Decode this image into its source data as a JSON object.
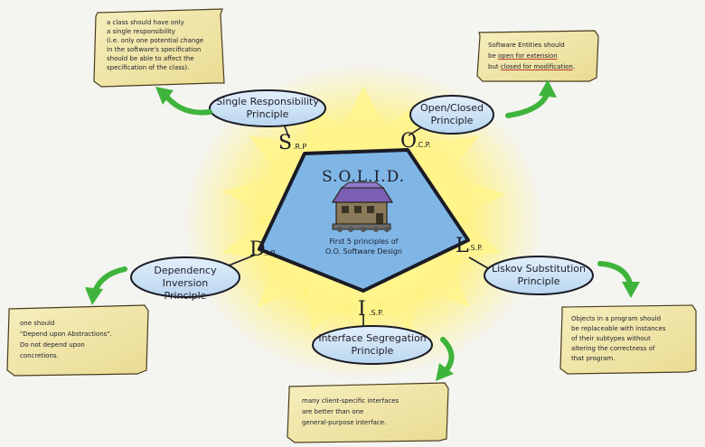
{
  "center": {
    "title": "S.O.L.I.D.",
    "subtitle_line1": "First 5 principles of",
    "subtitle_line2": "O.O. Software Design"
  },
  "principles": {
    "srp": {
      "letter": "S",
      "abbr": ".R.P",
      "label_line1": "Single Responsibility",
      "label_line2": "Principle",
      "note": [
        "a class should have only",
        "a single responsibility",
        "(i.e. only one potential change",
        "in the software's specification",
        "should be able to affect the",
        "specification of the class)."
      ]
    },
    "ocp": {
      "letter": "O",
      "abbr": ".C.P.",
      "label_line1": "Open/Closed",
      "label_line2": "Principle",
      "note_line1": "Software Entities should",
      "note_line2_a": "be ",
      "note_line2_u": "open for extension",
      "note_line3_a": "but ",
      "note_line3_u": "closed for modification",
      "note_line3_b": "."
    },
    "lsp": {
      "letter": "L",
      "abbr": ".S.P.",
      "label_line1": "Liskov Substitution",
      "label_line2": "Principle",
      "note": [
        "Objects in a program should",
        "be replaceable with instances",
        "of their subtypes without",
        "altering the correctness of",
        "that program."
      ]
    },
    "isp": {
      "letter": "I",
      "abbr": ".S.P.",
      "label_line1": "Interface Segregation",
      "label_line2": "Principle",
      "note": [
        "many client-specific interfaces",
        "are better than one",
        "general-purpose interface."
      ]
    },
    "dip": {
      "letter": "D",
      "abbr": ".I.P.",
      "label_line1": "Dependency Inversion",
      "label_line2": "Principle",
      "note": [
        "one should",
        "\"Depend upon Abstractions\".",
        "Do not depend upon",
        "concretions."
      ]
    }
  },
  "colors": {
    "pentagon_fill": "#7fb6e6",
    "glow": "#fff27a",
    "bubble_fill": "#cfe4f6",
    "note_fill": "#f1e6a6",
    "arrow": "#3fb43c",
    "ink": "#1d1d2a",
    "roof": "#7a5fb4"
  }
}
